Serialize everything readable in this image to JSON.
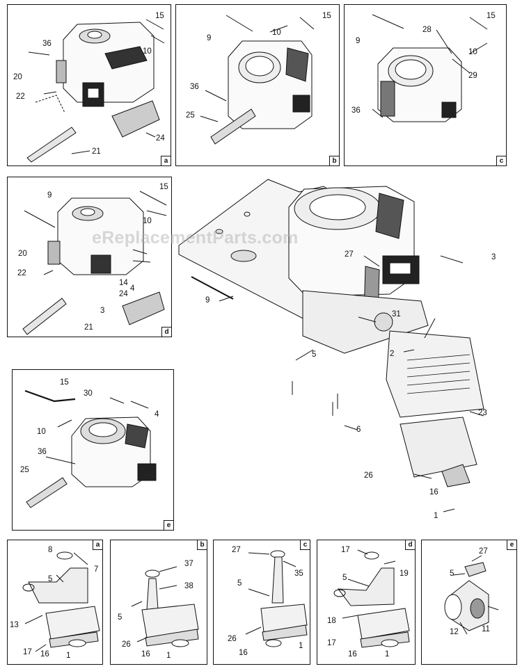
{
  "panels": {
    "a": {
      "tag": "a",
      "labels": [
        "15",
        "36",
        "10",
        "20",
        "22",
        "24",
        "21"
      ]
    },
    "b": {
      "tag": "b",
      "labels": [
        "9",
        "10",
        "15",
        "36",
        "25"
      ]
    },
    "c": {
      "tag": "c",
      "labels": [
        "9",
        "15",
        "28",
        "10",
        "29",
        "36"
      ]
    },
    "d": {
      "tag": "d",
      "labels": [
        "15",
        "9",
        "10",
        "20",
        "22",
        "14",
        "4",
        "24",
        "3",
        "21"
      ]
    },
    "e": {
      "tag": "e",
      "labels": [
        "15",
        "30",
        "10",
        "4",
        "36",
        "25"
      ]
    }
  },
  "main": {
    "labels": [
      "3",
      "27",
      "9",
      "31",
      "5",
      "2",
      "23",
      "6",
      "26",
      "16",
      "1"
    ]
  },
  "mufflers": {
    "a": {
      "tag": "a",
      "labels": [
        "8",
        "7",
        "5",
        "13",
        "17",
        "16",
        "1"
      ]
    },
    "b": {
      "tag": "b",
      "labels": [
        "37",
        "38",
        "5",
        "26",
        "16",
        "1"
      ]
    },
    "c": {
      "tag": "c",
      "labels": [
        "27",
        "35",
        "5",
        "26",
        "16",
        "1"
      ]
    },
    "d": {
      "tag": "d",
      "labels": [
        "17",
        "19",
        "5",
        "18",
        "17",
        "16",
        "1"
      ]
    },
    "e": {
      "tag": "e",
      "labels": [
        "27",
        "5",
        "12",
        "11"
      ]
    }
  },
  "watermark": "eReplacementParts.com"
}
